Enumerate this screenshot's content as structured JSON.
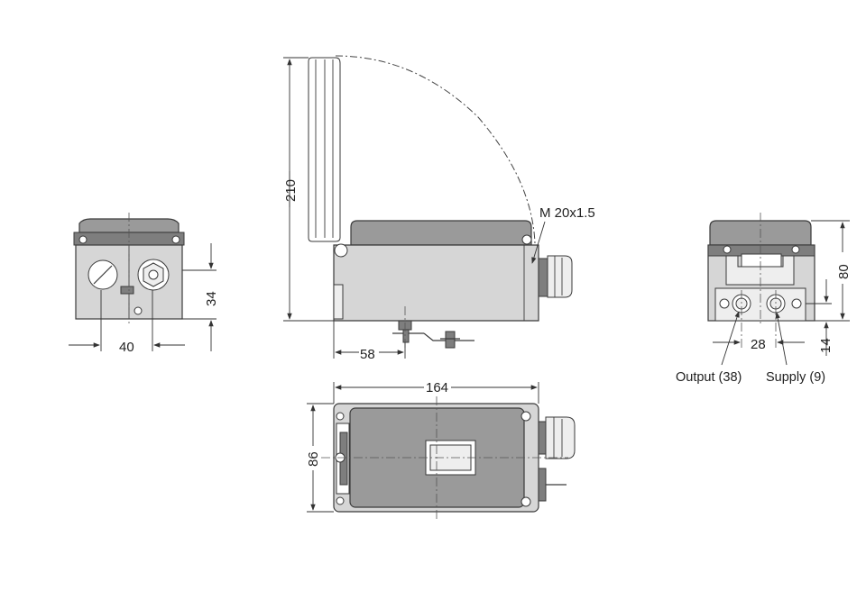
{
  "dimensions": {
    "height_open": "210",
    "thread": "M 20x1.5",
    "width_left": "40",
    "height_left": "34",
    "offset_bottom": "58",
    "length_top": "164",
    "depth_top": "86",
    "height_right": "80",
    "port_spacing": "28",
    "port_height": "14"
  },
  "ports": {
    "output_label": "Output (38)",
    "supply_label": "Supply (9)"
  }
}
